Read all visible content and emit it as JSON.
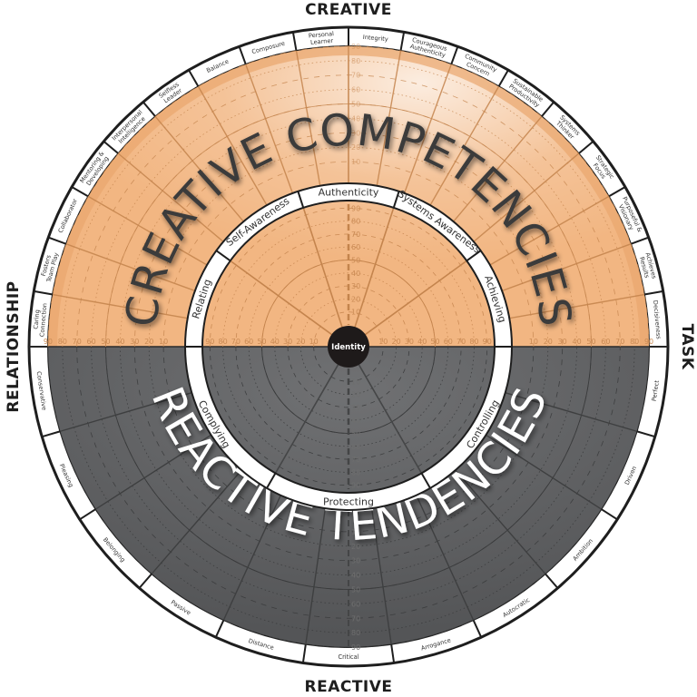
{
  "axes": {
    "top": "CREATIVE",
    "bottom": "REACTIVE",
    "left": "RELATIONSHIP",
    "right": "TASK"
  },
  "center": {
    "label": "Identity"
  },
  "headline": {
    "upper": "CREATIVE COMPETENCIES",
    "lower": "REACTIVE TENDENCIES"
  },
  "inner_ring": {
    "upper": [
      "Relating",
      "Self-Awareness",
      "Authenticity",
      "Systems Awareness",
      "Achieving"
    ],
    "lower": [
      "Complying",
      "Protecting",
      "Controlling"
    ]
  },
  "outer_ring": {
    "upper": [
      [
        "Caring",
        "Connection"
      ],
      [
        "Fosters",
        "Team Play"
      ],
      [
        "Collaborator"
      ],
      [
        "Mentoring &",
        "Developing"
      ],
      [
        "Interpersonal",
        "Intelligence"
      ],
      [
        "Selfless",
        "Leader"
      ],
      [
        "Balance"
      ],
      [
        "Composure"
      ],
      [
        "Personal",
        "Learner"
      ],
      [
        "Integrity"
      ],
      [
        "Courageous",
        "Authenticity"
      ],
      [
        "Community",
        "Concern"
      ],
      [
        "Sustainable",
        "Productivity"
      ],
      [
        "Systems",
        "Thinker"
      ],
      [
        "Strategic",
        "Focus"
      ],
      [
        "Purposeful &",
        "Visionary"
      ],
      [
        "Achieves",
        "Results"
      ],
      [
        "Decisiveness"
      ]
    ],
    "lower": [
      "Conservative",
      "Pleasing",
      "Belonging",
      "Passive",
      "Distance",
      "Critical",
      "Arrogance",
      "Autocratic",
      "Ambition",
      "Driven",
      "Perfect"
    ]
  },
  "scale": {
    "ticks": [
      "10",
      "20",
      "30",
      "40",
      "50",
      "60",
      "70",
      "80",
      "90"
    ]
  },
  "colors": {
    "creative_fill": "#f2b682",
    "creative_fill_light": "#f8d3b0",
    "creative_line": "#c4844d",
    "reactive_fill": "#5f6062",
    "reactive_line": "#3e3f40",
    "ring_fill": "#ffffff",
    "ring_stroke": "#1e1e1e",
    "identity_fill": "#1e1a1a"
  }
}
